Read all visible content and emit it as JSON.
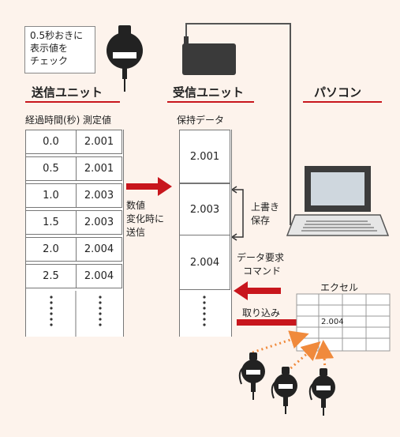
{
  "note": {
    "lines": [
      "0.5秒おきに",
      "表示値を",
      "チェック"
    ]
  },
  "sender": {
    "title": "送信ユニット",
    "col1_header": "経過時間(秒)",
    "col2_header": "測定値",
    "rows": [
      {
        "time": "0.0",
        "value": "2.001"
      },
      {
        "time": "0.5",
        "value": "2.001"
      },
      {
        "time": "1.0",
        "value": "2.003"
      },
      {
        "time": "1.5",
        "value": "2.003"
      },
      {
        "time": "2.0",
        "value": "2.004"
      },
      {
        "time": "2.5",
        "value": "2.004"
      }
    ]
  },
  "receiver": {
    "title": "受信ユニット",
    "header": "保持データ",
    "values": [
      "2.001",
      "2.003",
      "2.004"
    ]
  },
  "pc": {
    "title": "パソコン"
  },
  "send_label": [
    "数値",
    "変化時に",
    "送信"
  ],
  "overwrite_label": [
    "上書き",
    "保存"
  ],
  "request_label": [
    "データ要求",
    "コマンド"
  ],
  "import_label": "取り込み",
  "excel": {
    "title": "エクセル",
    "cell_value": "2.004"
  },
  "colors": {
    "accent": "#c8161d",
    "dotted": "#f08a3c",
    "background": "#fdf3ec"
  }
}
